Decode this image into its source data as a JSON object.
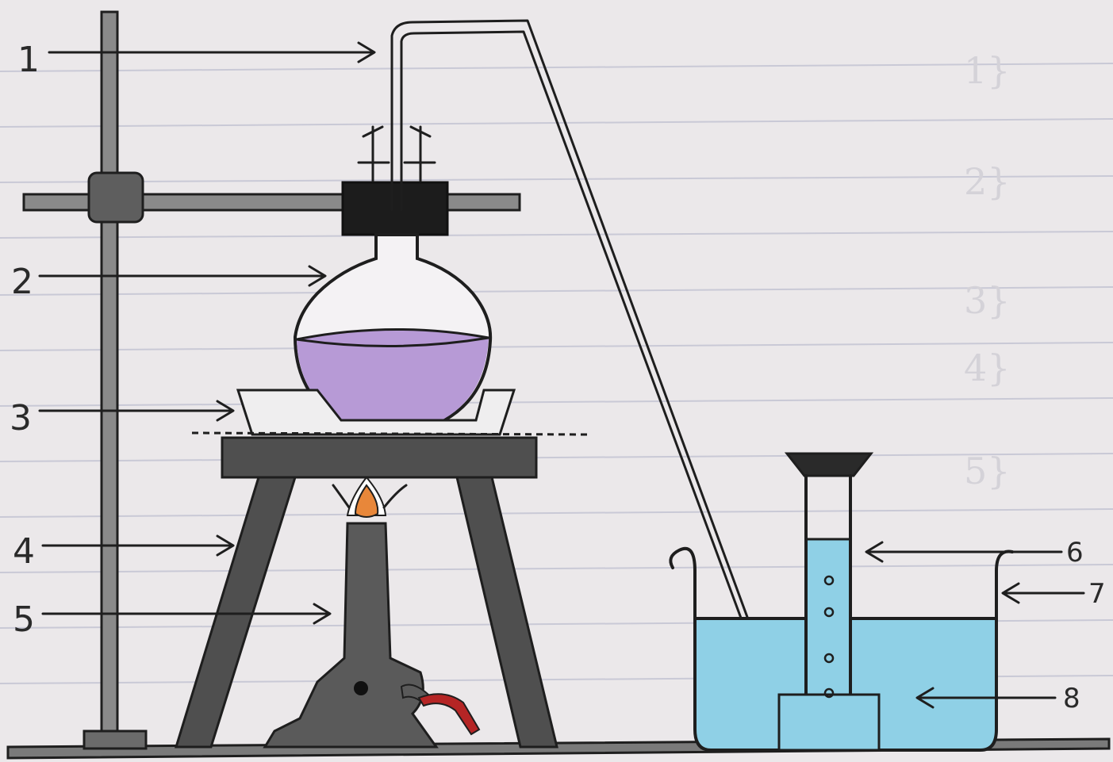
{
  "diagram": {
    "labels": [
      "1",
      "2",
      "3",
      "4",
      "5",
      "6",
      "7",
      "8"
    ]
  },
  "background_notes": [
    "1}",
    "2}",
    "3}",
    "4}",
    "5}"
  ],
  "colors": {
    "paper": "#ebe8ea",
    "ink": "#1e1e1e",
    "solution": "#b79ad6",
    "water": "#8fd0e6",
    "tripod": "#4f4f4f",
    "burner": "#5a5a5a",
    "flame": "#e8873a",
    "gas_tube": "#b52525"
  }
}
